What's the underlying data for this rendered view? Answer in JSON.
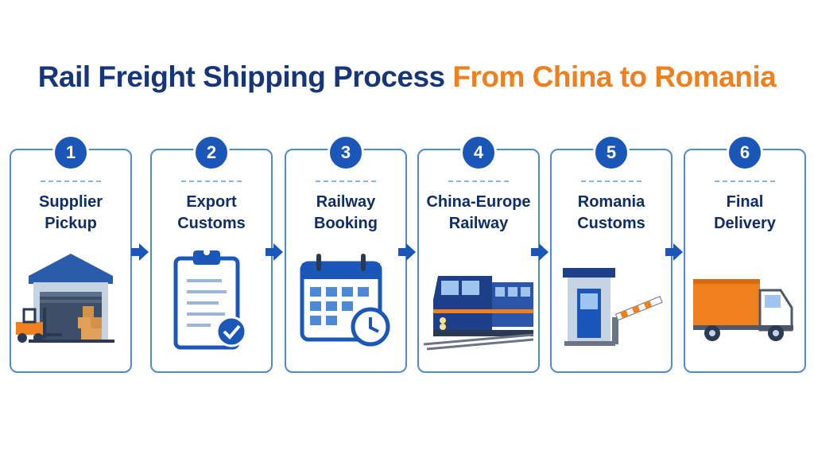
{
  "title": {
    "part1": "Rail Freight Shipping Process",
    "part2": "From China to Romania"
  },
  "colors": {
    "navy": "#16357a",
    "orange": "#f07f1e",
    "blue": "#1a57b8",
    "border": "#4d8ad6"
  },
  "steps": [
    {
      "number": "1",
      "line1": "Supplier",
      "line2": "Pickup",
      "icon": "warehouse-forklift-icon"
    },
    {
      "number": "2",
      "line1": "Export",
      "line2": "Customs",
      "icon": "clipboard-check-icon"
    },
    {
      "number": "3",
      "line1": "Railway",
      "line2": "Booking",
      "icon": "calendar-clock-icon"
    },
    {
      "number": "4",
      "line1": "China-Europe",
      "line2": "Railway",
      "icon": "train-icon"
    },
    {
      "number": "5",
      "line1": "Romania",
      "line2": "Customs",
      "icon": "customs-checkpoint-icon"
    },
    {
      "number": "6",
      "line1": "Final",
      "line2": "Delivery",
      "icon": "delivery-truck-icon"
    }
  ]
}
